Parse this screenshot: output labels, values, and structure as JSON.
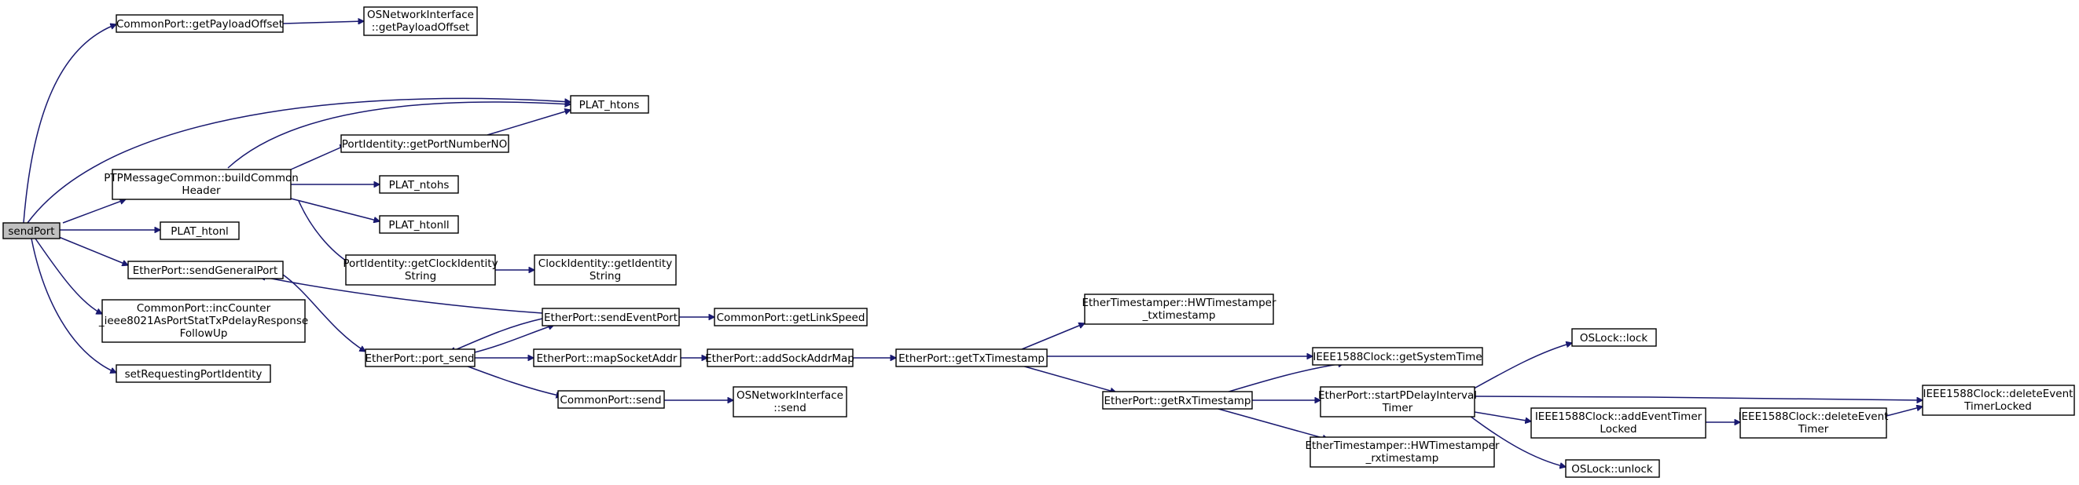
{
  "graph": {
    "nodes": [
      {
        "id": "sendPort",
        "lines": [
          "sendPort"
        ],
        "root": true
      },
      {
        "id": "getPayloadOffset",
        "lines": [
          "CommonPort::getPayloadOffset"
        ]
      },
      {
        "id": "osGetPayloadOffset",
        "lines": [
          "OSNetworkInterface",
          "::getPayloadOffset"
        ]
      },
      {
        "id": "plat_htons",
        "lines": [
          "PLAT_htons"
        ]
      },
      {
        "id": "buildCommonHeader",
        "lines": [
          "PTPMessageCommon::buildCommon",
          "Header"
        ]
      },
      {
        "id": "getPortNumberNO",
        "lines": [
          "PortIdentity::getPortNumberNO"
        ]
      },
      {
        "id": "plat_ntohs",
        "lines": [
          "PLAT_ntohs"
        ]
      },
      {
        "id": "plat_htonll",
        "lines": [
          "PLAT_htonll"
        ]
      },
      {
        "id": "plat_htonl",
        "lines": [
          "PLAT_htonl"
        ]
      },
      {
        "id": "getClockIdentityString",
        "lines": [
          "PortIdentity::getClockIdentity",
          "String"
        ]
      },
      {
        "id": "clockGetIdentityString",
        "lines": [
          "ClockIdentity::getIdentity",
          "String"
        ]
      },
      {
        "id": "sendGeneralPort",
        "lines": [
          "EtherPort::sendGeneralPort"
        ]
      },
      {
        "id": "incCounter",
        "lines": [
          "CommonPort::incCounter",
          "_ieee8021AsPortStatTxPdelayResponse",
          "FollowUp"
        ]
      },
      {
        "id": "setRequestingPortIdentity",
        "lines": [
          "setRequestingPortIdentity"
        ]
      },
      {
        "id": "port_send",
        "lines": [
          "EtherPort::port_send"
        ]
      },
      {
        "id": "sendEventPort",
        "lines": [
          "EtherPort::sendEventPort"
        ]
      },
      {
        "id": "getLinkSpeed",
        "lines": [
          "CommonPort::getLinkSpeed"
        ]
      },
      {
        "id": "mapSocketAddr",
        "lines": [
          "EtherPort::mapSocketAddr"
        ]
      },
      {
        "id": "addSockAddrMap",
        "lines": [
          "EtherPort::addSockAddrMap"
        ]
      },
      {
        "id": "commonSend",
        "lines": [
          "CommonPort::send"
        ]
      },
      {
        "id": "osSend",
        "lines": [
          "OSNetworkInterface",
          "::send"
        ]
      },
      {
        "id": "getTxTimestamp",
        "lines": [
          "EtherPort::getTxTimestamp"
        ]
      },
      {
        "id": "hwTxTimestamp",
        "lines": [
          "EtherTimestamper::HWTimestamper",
          "_txtimestamp"
        ]
      },
      {
        "id": "getRxTimestamp",
        "lines": [
          "EtherPort::getRxTimestamp"
        ]
      },
      {
        "id": "getSystemTime",
        "lines": [
          "IEEE1588Clock::getSystemTime"
        ]
      },
      {
        "id": "startPDelayIntervalTimer",
        "lines": [
          "EtherPort::startPDelayInterval",
          "Timer"
        ]
      },
      {
        "id": "hwRxTimestamp",
        "lines": [
          "EtherTimestamper::HWTimestamper",
          "_rxtimestamp"
        ]
      },
      {
        "id": "osLock",
        "lines": [
          "OSLock::lock"
        ]
      },
      {
        "id": "addEventTimerLocked",
        "lines": [
          "IEEE1588Clock::addEventTimer",
          "Locked"
        ]
      },
      {
        "id": "deleteEventTimer",
        "lines": [
          "IEEE1588Clock::deleteEvent",
          "Timer"
        ]
      },
      {
        "id": "deleteEventTimerLocked",
        "lines": [
          "IEEE1588Clock::deleteEvent",
          "TimerLocked"
        ]
      },
      {
        "id": "osUnlock",
        "lines": [
          "OSLock::unlock"
        ]
      }
    ]
  }
}
